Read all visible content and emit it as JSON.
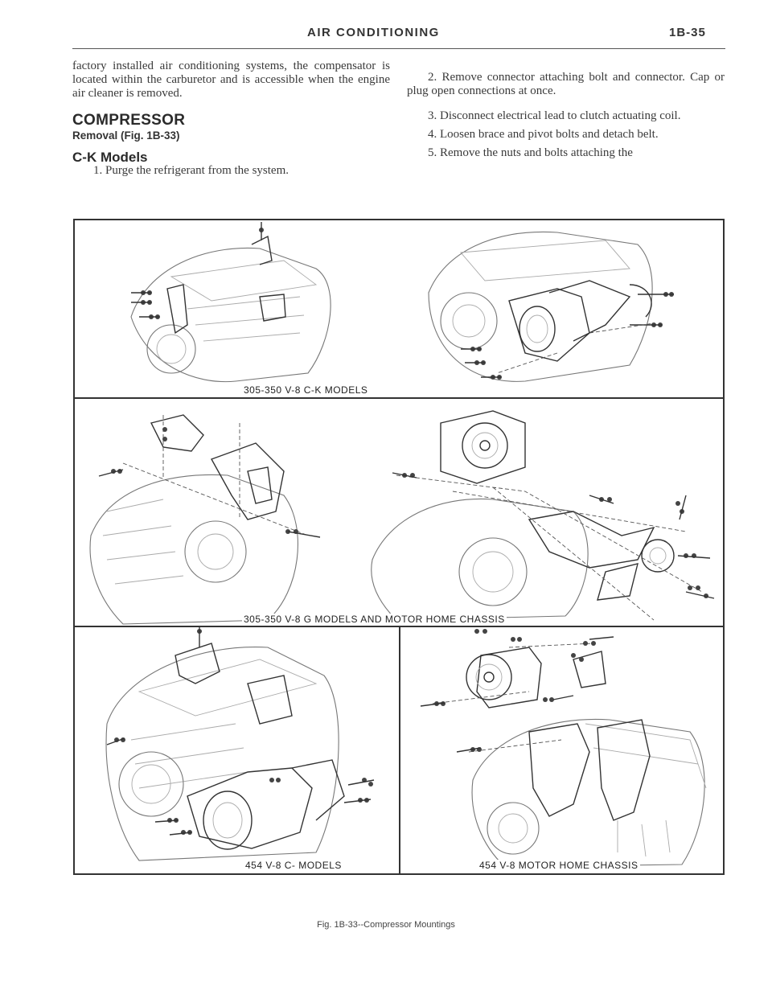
{
  "header": {
    "title": "AIR CONDITIONING",
    "page": "1B-35"
  },
  "left_column": {
    "intro": "factory installed air conditioning systems, the compensator is located within the carburetor and is accessible when the engine air cleaner is removed.",
    "heading": "COMPRESSOR",
    "subheading": "Removal (Fig. 1B-33)",
    "model_heading": "C-K Models",
    "step1": "1. Purge the refrigerant from the system."
  },
  "right_column": {
    "step2": "2. Remove connector attaching bolt and connector. Cap or plug open connections at once.",
    "step3": "3. Disconnect electrical lead to clutch actuating coil.",
    "step4": "4. Loosen brace and pivot bolts and detach belt.",
    "step5": "5. Remove the nuts and bolts attaching the"
  },
  "figure": {
    "panel1_caption": "305-350 V-8  C-K MODELS",
    "panel2_caption": "305-350 V-8   G  MODELS AND MOTOR HOME CHASSIS",
    "panel3_caption": "454 V-8 C-  MODELS",
    "panel4_caption": "454 V-8  MOTOR HOME CHASSIS",
    "caption": "Fig. 1B-33--Compressor Mountings"
  }
}
